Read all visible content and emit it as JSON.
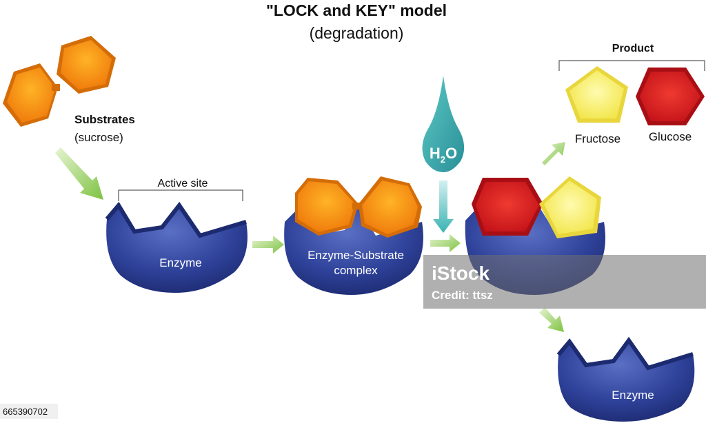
{
  "title": "\"LOCK and KEY\" model",
  "subtitle": "(degradation)",
  "labels": {
    "substrates": "Substrates",
    "substrates_sub": "(sucrose)",
    "active_site": "Active site",
    "enzyme_1": "Enzyme",
    "complex_line1": "Enzyme-Substrate",
    "complex_line2": "complex",
    "water_h": "H",
    "water_2": "2",
    "water_o": "O",
    "product": "Product",
    "fructose": "Fructose",
    "glucose": "Glucose",
    "enzyme_2": "Enzyme"
  },
  "watermark": {
    "brand": "iStock",
    "credit": "Credit: ttsz"
  },
  "stock_id": "665390702",
  "colors": {
    "enzyme": "#2c3f94",
    "substrate_orange": "#f79a1c",
    "fructose_yellow": "#f5ee6a",
    "glucose_red": "#d8201f",
    "water_teal": "#3ab3b3",
    "arrow_green": "#7ec242"
  }
}
